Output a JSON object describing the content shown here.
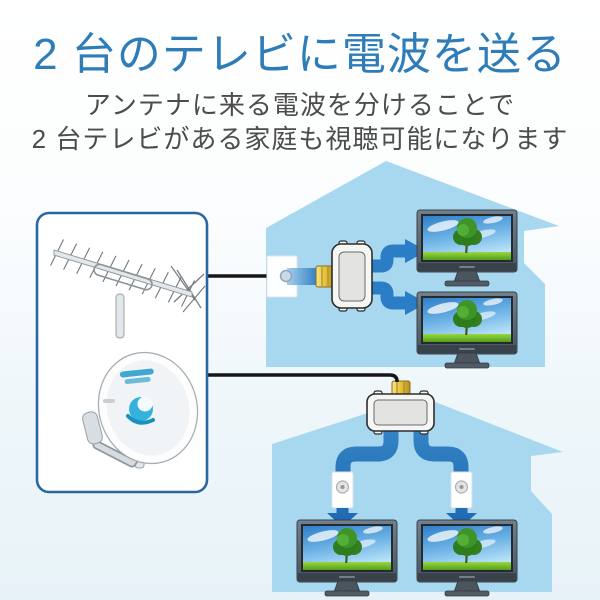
{
  "header": {
    "title": "2 台のテレビに電波を送る",
    "subtitle_line1": "アンテナに来る電波を分けることで",
    "subtitle_line2": "2 台テレビがある家庭も視聴可能になります"
  },
  "diagram": {
    "source_box": {
      "items": [
        "terrestrial-yagi-antenna",
        "bs-satellite-dish-antenna"
      ]
    },
    "house_top": {
      "components": [
        "wall-outlet",
        "coax-cable",
        "2-way-splitter",
        "tv",
        "tv"
      ]
    },
    "house_bottom": {
      "components": [
        "coax-cable",
        "2-way-splitter",
        "wall-outlet",
        "wall-outlet",
        "tv",
        "tv"
      ]
    },
    "tv_count": 4
  },
  "palette": {
    "title_blue": "#2e7db8",
    "subtitle_gray": "#4c4c4c",
    "house_blue": "#a8d8ef",
    "signal_blue": "#2b7ec5",
    "pipe_blue_light": "#3d8ecd",
    "pipe_blue_dark": "#1c66b0",
    "cable_black": "#161616",
    "connector_gold": "#e6c33c",
    "box_border_blue": "#2b679f",
    "tv_frame_gray": "#5f6b75",
    "screen_sky_blue": "#4596d8",
    "grass_green": "#86cc30",
    "tree_green": "#2e7d1d",
    "background_tint": "#e9f3f9"
  }
}
